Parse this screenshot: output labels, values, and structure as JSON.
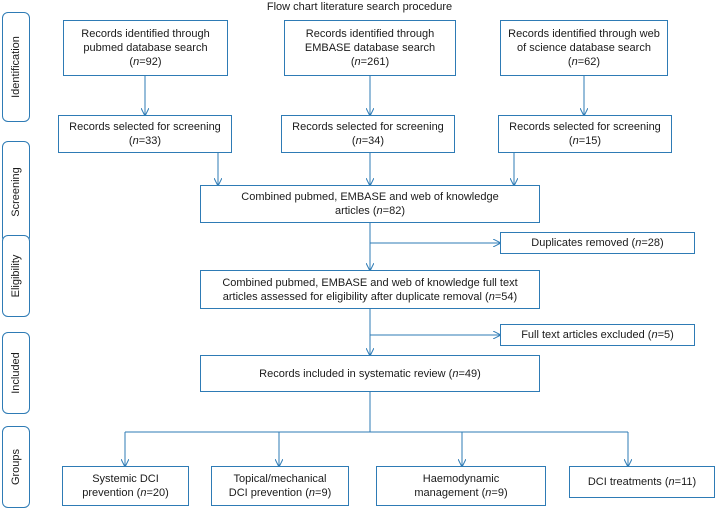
{
  "title": "Flow chart literature search procedure",
  "stages": [
    "Identification",
    "Screening",
    "Eligibility",
    "Included",
    "Groups"
  ],
  "identification": [
    {
      "line1": "Records identified through",
      "line2": "pubmed database search",
      "count": "92"
    },
    {
      "line1": "Records identified through",
      "line2": "EMBASE database search",
      "count": "261"
    },
    {
      "line1": "Records identified through web",
      "line2": "of science database search",
      "count": "62"
    }
  ],
  "screening": [
    {
      "label": "Records selected for screening",
      "count": "33"
    },
    {
      "label": "Records selected for screening",
      "count": "34"
    },
    {
      "label": "Records selected for screening",
      "count": "15"
    }
  ],
  "combined": {
    "line1": "Combined pubmed, EMBASE and web of knowledge",
    "line2": "articles",
    "count": "82"
  },
  "duplicates": {
    "label": "Duplicates removed",
    "count": "28"
  },
  "fulltext": {
    "line1": "Combined pubmed, EMBASE and web of knowledge full text",
    "line2": "articles assessed for eligibility after duplicate removal",
    "count": "54"
  },
  "excluded": {
    "label": "Full text articles excluded",
    "count": "5"
  },
  "included": {
    "label": "Records included in systematic review",
    "count": "49"
  },
  "groups": [
    {
      "line1": "Systemic DCI",
      "line2": "prevention",
      "count": "20"
    },
    {
      "line1": "Topical/mechanical",
      "line2": "DCI prevention",
      "count": "9"
    },
    {
      "line1": "Haemodynamic",
      "line2": "management",
      "count": "9"
    },
    {
      "line1": "",
      "line2": "DCI treatments",
      "count": "11"
    }
  ],
  "n_symbol": "n",
  "colors": {
    "border": "#2e7bb5",
    "arrow": "#2e7bb5",
    "text": "#1a1a1a"
  }
}
